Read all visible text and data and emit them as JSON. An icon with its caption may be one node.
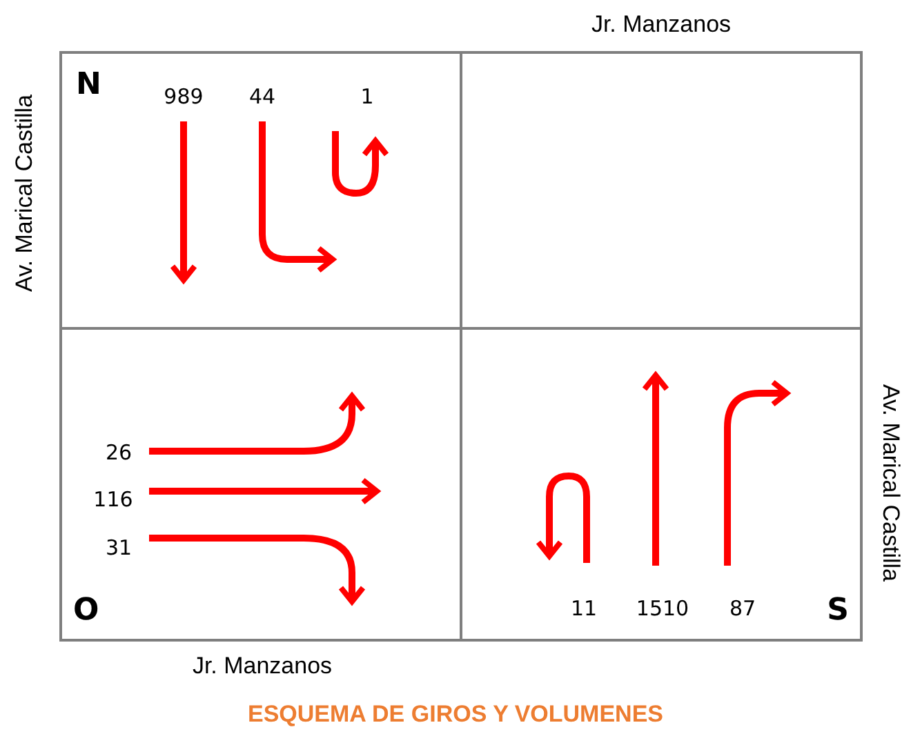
{
  "diagram": {
    "caption": "ESQUEMA DE GIROS Y VOLUMENES",
    "nodes": [
      {
        "text": [
          "N"
        ]
      },
      {
        "text": [],
        "shape": "box"
      },
      {
        "text": [
          "O"
        ]
      },
      {
        "text": [
          "S"
        ]
      }
    ],
    "labels": [
      "Jr. Manzanos",
      "Av. Marical Castilla",
      "989",
      "44",
      "1",
      "Av. Marical Castilla",
      "26",
      "116",
      "31",
      "11",
      "1510",
      "87",
      "Jr. Manzanos"
    ]
  }
}
